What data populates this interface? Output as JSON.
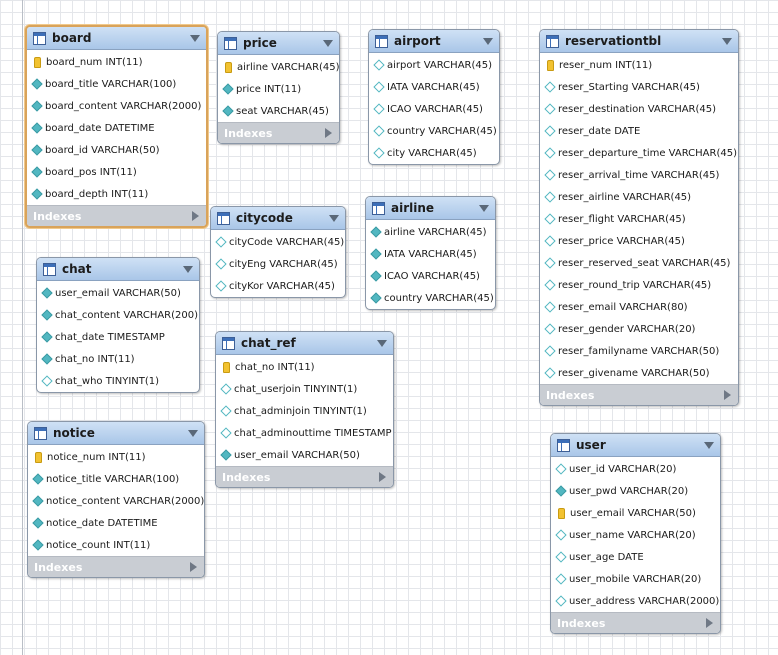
{
  "indexes_label": "Indexes",
  "tables": [
    {
      "id": "board",
      "name": "board",
      "selected": true,
      "columns": [
        {
          "text": "board_num INT(11)",
          "icon": "key"
        },
        {
          "text": "board_title VARCHAR(100)",
          "icon": "diamond-filled"
        },
        {
          "text": "board_content VARCHAR(2000)",
          "icon": "diamond-filled"
        },
        {
          "text": "board_date DATETIME",
          "icon": "diamond-filled"
        },
        {
          "text": "board_id VARCHAR(50)",
          "icon": "diamond-filled"
        },
        {
          "text": "board_pos INT(11)",
          "icon": "diamond-filled"
        },
        {
          "text": "board_depth INT(11)",
          "icon": "diamond-filled"
        }
      ],
      "indexes": true
    },
    {
      "id": "price",
      "name": "price",
      "columns": [
        {
          "text": "airline VARCHAR(45)",
          "icon": "key"
        },
        {
          "text": "price INT(11)",
          "icon": "diamond-filled"
        },
        {
          "text": "seat VARCHAR(45)",
          "icon": "diamond-filled"
        }
      ],
      "indexes": true
    },
    {
      "id": "airport",
      "name": "airport",
      "columns": [
        {
          "text": "airport VARCHAR(45)",
          "icon": "diamond-empty"
        },
        {
          "text": "IATA VARCHAR(45)",
          "icon": "diamond-empty"
        },
        {
          "text": "ICAO VARCHAR(45)",
          "icon": "diamond-empty"
        },
        {
          "text": "country VARCHAR(45)",
          "icon": "diamond-empty"
        },
        {
          "text": "city VARCHAR(45)",
          "icon": "diamond-empty"
        }
      ],
      "indexes": false
    },
    {
      "id": "reservationtbl",
      "name": "reservationtbl",
      "columns": [
        {
          "text": "reser_num INT(11)",
          "icon": "key"
        },
        {
          "text": "reser_Starting VARCHAR(45)",
          "icon": "diamond-empty"
        },
        {
          "text": "reser_destination VARCHAR(45)",
          "icon": "diamond-empty"
        },
        {
          "text": "reser_date DATE",
          "icon": "diamond-empty"
        },
        {
          "text": "reser_departure_time VARCHAR(45)",
          "icon": "diamond-empty"
        },
        {
          "text": "reser_arrival_time VARCHAR(45)",
          "icon": "diamond-empty"
        },
        {
          "text": "reser_airline VARCHAR(45)",
          "icon": "diamond-empty"
        },
        {
          "text": "reser_flight VARCHAR(45)",
          "icon": "diamond-empty"
        },
        {
          "text": "reser_price VARCHAR(45)",
          "icon": "diamond-empty"
        },
        {
          "text": "reser_reserved_seat VARCHAR(45)",
          "icon": "diamond-empty"
        },
        {
          "text": "reser_round_trip VARCHAR(45)",
          "icon": "diamond-empty"
        },
        {
          "text": "reser_email VARCHAR(80)",
          "icon": "diamond-empty"
        },
        {
          "text": "reser_gender VARCHAR(20)",
          "icon": "diamond-empty"
        },
        {
          "text": "reser_familyname VARCHAR(50)",
          "icon": "diamond-empty"
        },
        {
          "text": "reser_givename VARCHAR(50)",
          "icon": "diamond-empty"
        }
      ],
      "indexes": true
    },
    {
      "id": "citycode",
      "name": "citycode",
      "columns": [
        {
          "text": "cityCode VARCHAR(45)",
          "icon": "diamond-empty"
        },
        {
          "text": "cityEng VARCHAR(45)",
          "icon": "diamond-empty"
        },
        {
          "text": "cityKor VARCHAR(45)",
          "icon": "diamond-empty"
        }
      ],
      "indexes": false
    },
    {
      "id": "airline",
      "name": "airline",
      "columns": [
        {
          "text": "airline VARCHAR(45)",
          "icon": "diamond-filled"
        },
        {
          "text": "IATA VARCHAR(45)",
          "icon": "diamond-filled"
        },
        {
          "text": "ICAO VARCHAR(45)",
          "icon": "diamond-filled"
        },
        {
          "text": "country VARCHAR(45)",
          "icon": "diamond-filled"
        }
      ],
      "indexes": false
    },
    {
      "id": "chat",
      "name": "chat",
      "columns": [
        {
          "text": "user_email VARCHAR(50)",
          "icon": "diamond-filled"
        },
        {
          "text": "chat_content VARCHAR(200)",
          "icon": "diamond-filled"
        },
        {
          "text": "chat_date TIMESTAMP",
          "icon": "diamond-filled"
        },
        {
          "text": "chat_no INT(11)",
          "icon": "diamond-filled"
        },
        {
          "text": "chat_who TINYINT(1)",
          "icon": "diamond-empty"
        }
      ],
      "indexes": false
    },
    {
      "id": "chat_ref",
      "name": "chat_ref",
      "columns": [
        {
          "text": "chat_no INT(11)",
          "icon": "key"
        },
        {
          "text": "chat_userjoin TINYINT(1)",
          "icon": "diamond-empty"
        },
        {
          "text": "chat_adminjoin TINYINT(1)",
          "icon": "diamond-empty"
        },
        {
          "text": "chat_adminouttime TIMESTAMP",
          "icon": "diamond-empty"
        },
        {
          "text": "user_email VARCHAR(50)",
          "icon": "diamond-filled"
        }
      ],
      "indexes": true
    },
    {
      "id": "notice",
      "name": "notice",
      "columns": [
        {
          "text": "notice_num INT(11)",
          "icon": "key"
        },
        {
          "text": "notice_title VARCHAR(100)",
          "icon": "diamond-filled"
        },
        {
          "text": "notice_content VARCHAR(2000)",
          "icon": "diamond-filled"
        },
        {
          "text": "notice_date DATETIME",
          "icon": "diamond-filled"
        },
        {
          "text": "notice_count INT(11)",
          "icon": "diamond-filled"
        }
      ],
      "indexes": true
    },
    {
      "id": "user",
      "name": "user",
      "columns": [
        {
          "text": "user_id VARCHAR(20)",
          "icon": "diamond-empty"
        },
        {
          "text": "user_pwd VARCHAR(20)",
          "icon": "diamond-filled"
        },
        {
          "text": "user_email VARCHAR(50)",
          "icon": "key"
        },
        {
          "text": "user_name VARCHAR(20)",
          "icon": "diamond-empty"
        },
        {
          "text": "user_age DATE",
          "icon": "diamond-empty"
        },
        {
          "text": "user_mobile VARCHAR(20)",
          "icon": "diamond-empty"
        },
        {
          "text": "user_address VARCHAR(2000)",
          "icon": "diamond-empty"
        }
      ],
      "indexes": true
    }
  ]
}
